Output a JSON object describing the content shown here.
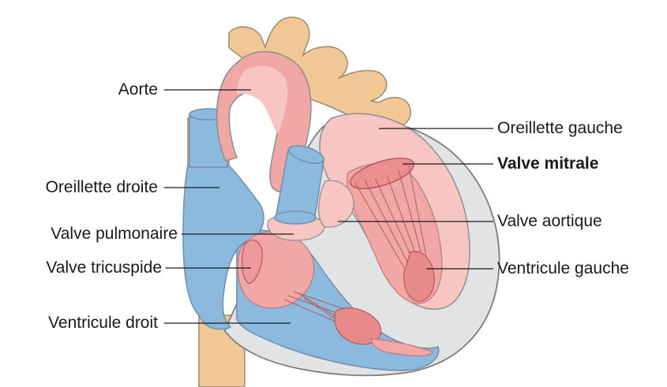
{
  "labels": {
    "aorte": "Aorte",
    "oreillette_droite": "Oreillette droite",
    "valve_pulmonaire": "Valve pulmonaire",
    "valve_tricuspide": "Valve tricuspide",
    "ventricule_droit": "Ventricule droit",
    "oreillette_gauche": "Oreillette gauche",
    "valve_mitrale": "Valve mitrale",
    "valve_aortique": "Valve aortique",
    "ventricule_gauche": "Ventricule gauche"
  },
  "colors": {
    "vessel_tan": "#f1c795",
    "pericardium_grey": "#e2e3e4",
    "oxygenated_pink": "#f2a7a7",
    "oxygenated_light": "#f7c5c2",
    "deoxygenated_blue": "#8cb9de",
    "outline": "#7d7d7d"
  }
}
